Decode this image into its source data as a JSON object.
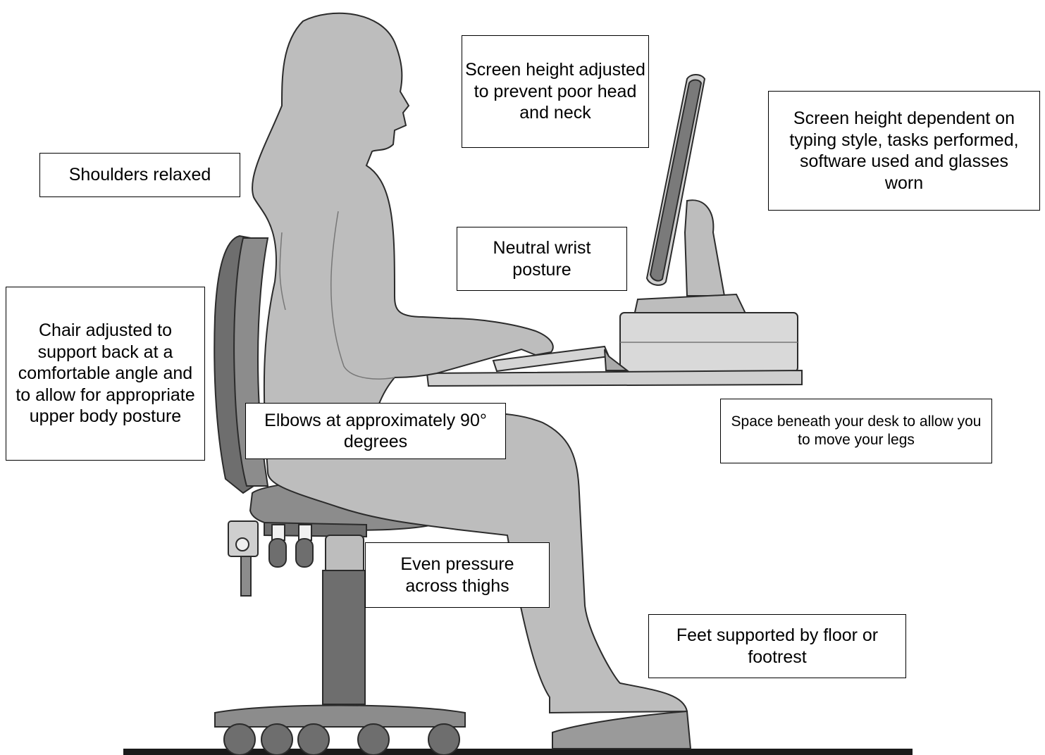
{
  "colors": {
    "skin": "#bdbdbd",
    "skin_shadow": "#9a9a9a",
    "chair": "#8c8c8c",
    "chair_dark": "#5e5e5e",
    "desk": "#cfcfcf",
    "outline": "#2b2b2b",
    "floor": "#1a1a1a"
  },
  "annotations": {
    "screen_height_neck": "Screen height adjusted to prevent poor head and neck",
    "screen_height_dependent": "Screen height dependent on typing style, tasks performed, software used and glasses worn",
    "shoulders": "Shoulders relaxed",
    "wrist": "Neutral wrist posture",
    "chair": "Chair adjusted to support back at a comfortable angle and to allow for appropriate upper body posture",
    "elbows": "Elbows at approximately 90° degrees",
    "space_beneath": "Space beneath your desk to allow you to move your legs",
    "thighs": "Even pressure across thighs",
    "feet": "Feet supported by floor or footrest"
  }
}
